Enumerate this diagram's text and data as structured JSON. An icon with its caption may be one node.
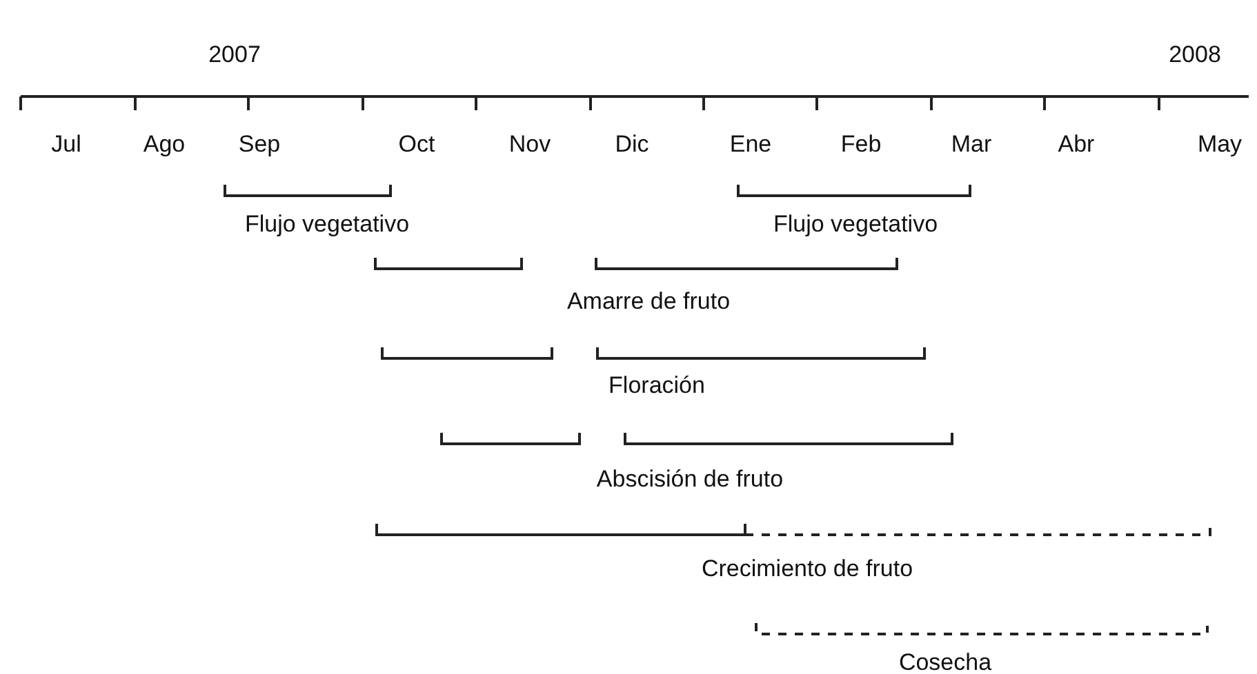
{
  "diagram": {
    "labels": [
      "2007",
      "2008",
      "Jul",
      "Ago",
      "Sep",
      "Oct",
      "Nov",
      "Dic",
      "Ene",
      "Feb",
      "Mar",
      "Abr",
      "May",
      "Flujo vegetativo",
      "Flujo vegetativo",
      "Amarre de fruto",
      "Floración",
      "Abscisión de fruto",
      "Crecimiento de fruto",
      "Cosecha"
    ]
  }
}
